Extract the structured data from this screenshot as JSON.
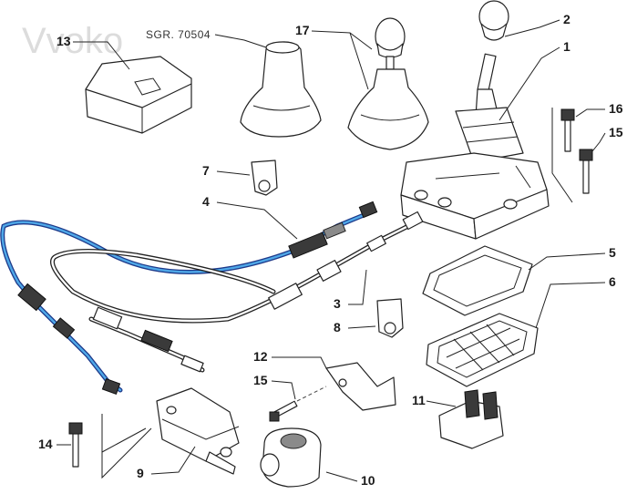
{
  "watermark": "Vvoko",
  "reference_code": "SGR. 70504",
  "colors": {
    "cable_gear_select": "#4fa8e8",
    "cable_outline": "#1e3a8a",
    "line": "#222222"
  },
  "callouts": {
    "c1": "1",
    "c2": "2",
    "c3": "3",
    "c4": "4",
    "c5": "5",
    "c6": "6",
    "c7": "7",
    "c8": "8",
    "c9": "9",
    "c10": "10",
    "c11": "11",
    "c12": "12",
    "c13": "13",
    "c14": "14",
    "c15a": "15",
    "c15b": "15",
    "c16": "16",
    "c17": "17"
  }
}
